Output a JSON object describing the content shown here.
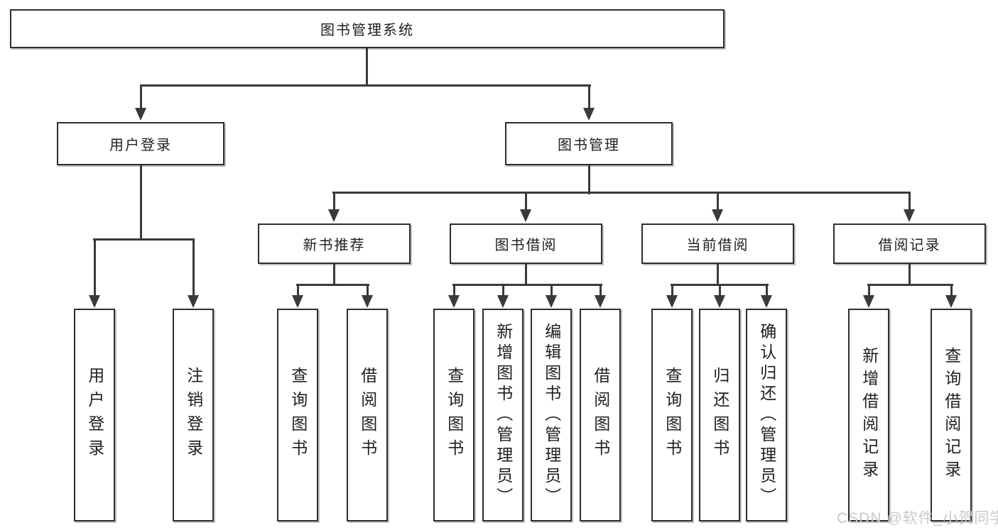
{
  "page": {
    "background": "#ffffff"
  },
  "colors": {
    "line": "#3a3a3a",
    "box_border": "#2e2e2e",
    "box_fill": "#ffffff",
    "text": "#1f1f1f",
    "watermark": "#c9c9c9"
  },
  "watermark": {
    "text": "CSDN @软件_小贺同学"
  },
  "diagram": {
    "root": "图书管理系统",
    "branches": [
      {
        "label": "用户登录",
        "children": [
          "用户登录",
          "注销登录"
        ]
      },
      {
        "label": "图书管理",
        "children": [
          {
            "label": "新书推荐",
            "children": [
              "查询图书",
              "借阅图书"
            ]
          },
          {
            "label": "图书借阅",
            "children": [
              "查询图书",
              "新增图书（管理员）",
              "编辑图书（管理员）",
              "借阅图书"
            ]
          },
          {
            "label": "当前借阅",
            "children": [
              "查询图书",
              "归还图书",
              "确认归还（管理员）"
            ]
          },
          {
            "label": "借阅记录",
            "children": [
              "新增借阅记录",
              "查询借阅记录"
            ]
          }
        ]
      }
    ]
  }
}
